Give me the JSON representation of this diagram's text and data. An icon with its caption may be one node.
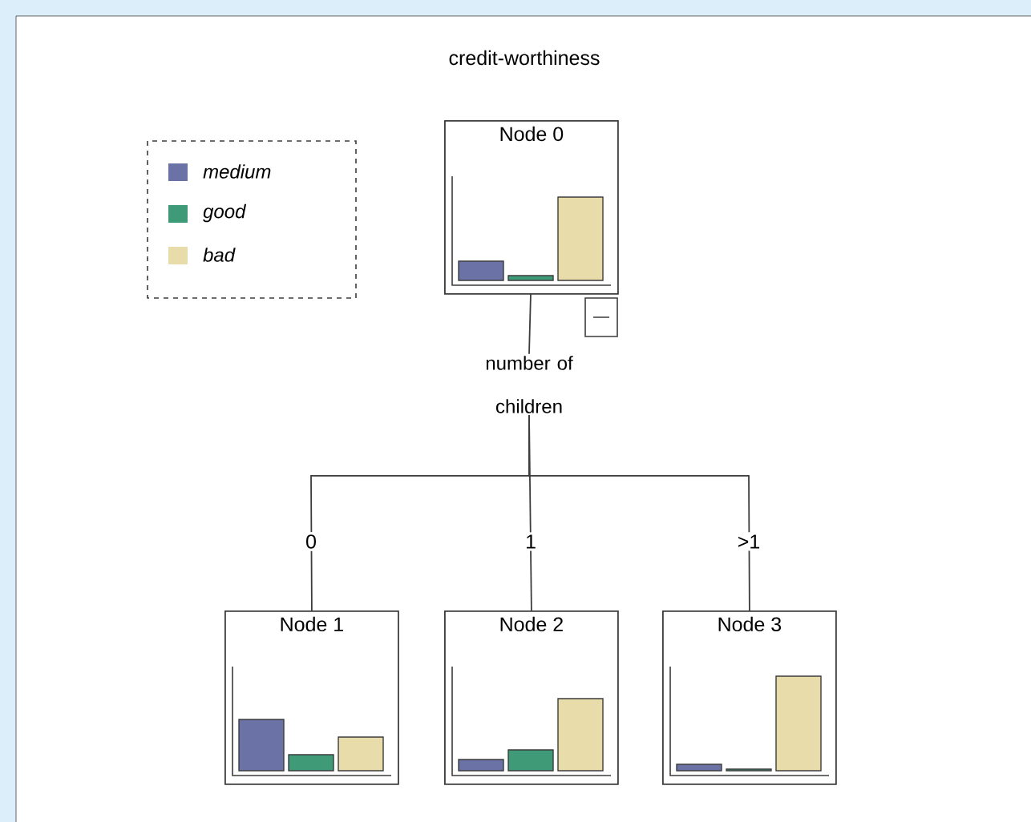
{
  "diagram": {
    "title": "credit-worthiness",
    "nodes": [
      {
        "text": [
          "Node 0"
        ]
      },
      {
        "text": [
          "Node 1"
        ]
      },
      {
        "text": [
          "Node 2"
        ]
      },
      {
        "text": [
          "Node 3"
        ]
      },
      {
        "text": [
          "number of children"
        ]
      }
    ],
    "edges": [
      {
        "from": 0,
        "to": 4,
        "arrow": "none"
      },
      {
        "from": 4,
        "to": 1,
        "arrow": "none",
        "label": "0"
      },
      {
        "from": 4,
        "to": 2,
        "arrow": "none",
        "label": "1"
      },
      {
        "from": 4,
        "to": 3,
        "arrow": "none",
        "label": ">1"
      }
    ],
    "legend": [
      {
        "text": "medium",
        "color": "#6b73a6"
      },
      {
        "text": "good",
        "color": "#3f9a78"
      },
      {
        "text": "bad",
        "color": "#e8dcaa"
      }
    ]
  }
}
